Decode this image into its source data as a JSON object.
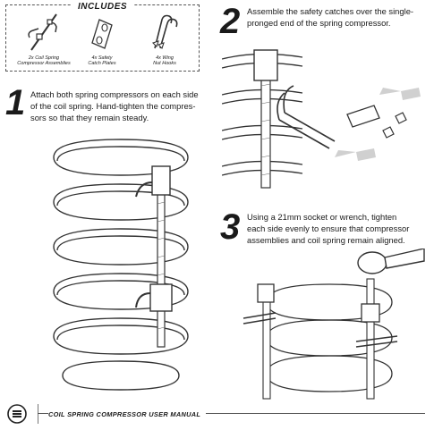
{
  "includes": {
    "title": "INCLUDES",
    "items": [
      {
        "caption_line1": "2x Coil Spring",
        "caption_line2": "Compressor Assemblies"
      },
      {
        "caption_line1": "4x Safety",
        "caption_line2": "Catch Plates"
      },
      {
        "caption_line1": "4x Wing",
        "caption_line2": "Nut Hooks"
      }
    ]
  },
  "steps": [
    {
      "number": "1",
      "lines": [
        "Attach both spring compressors on each side",
        "of the coil spring. Hand-tighten the compres-",
        "sors so that they remain steady."
      ]
    },
    {
      "number": "2",
      "lines": [
        "Assemble the safety catches over the single-",
        "pronged end of the spring compressor."
      ]
    },
    {
      "number": "3",
      "lines": [
        "Using a 21mm socket or wrench, tighten",
        "each side evenly to ensure that compressor",
        "assemblies and coil spring remain aligned."
      ]
    }
  ],
  "footer": {
    "title": "COIL SPRING COMPRESSOR USER MANUAL"
  },
  "colors": {
    "text": "#1a1a1a",
    "line": "#333333",
    "arrow": "#d0d0d0"
  },
  "icons": [
    "brand-logo-icon",
    "spring-compressor-icon",
    "catch-plate-icon",
    "wing-nut-hook-icon",
    "coil-spring-illustration",
    "arrow-icon",
    "ratchet-wrench-icon"
  ]
}
